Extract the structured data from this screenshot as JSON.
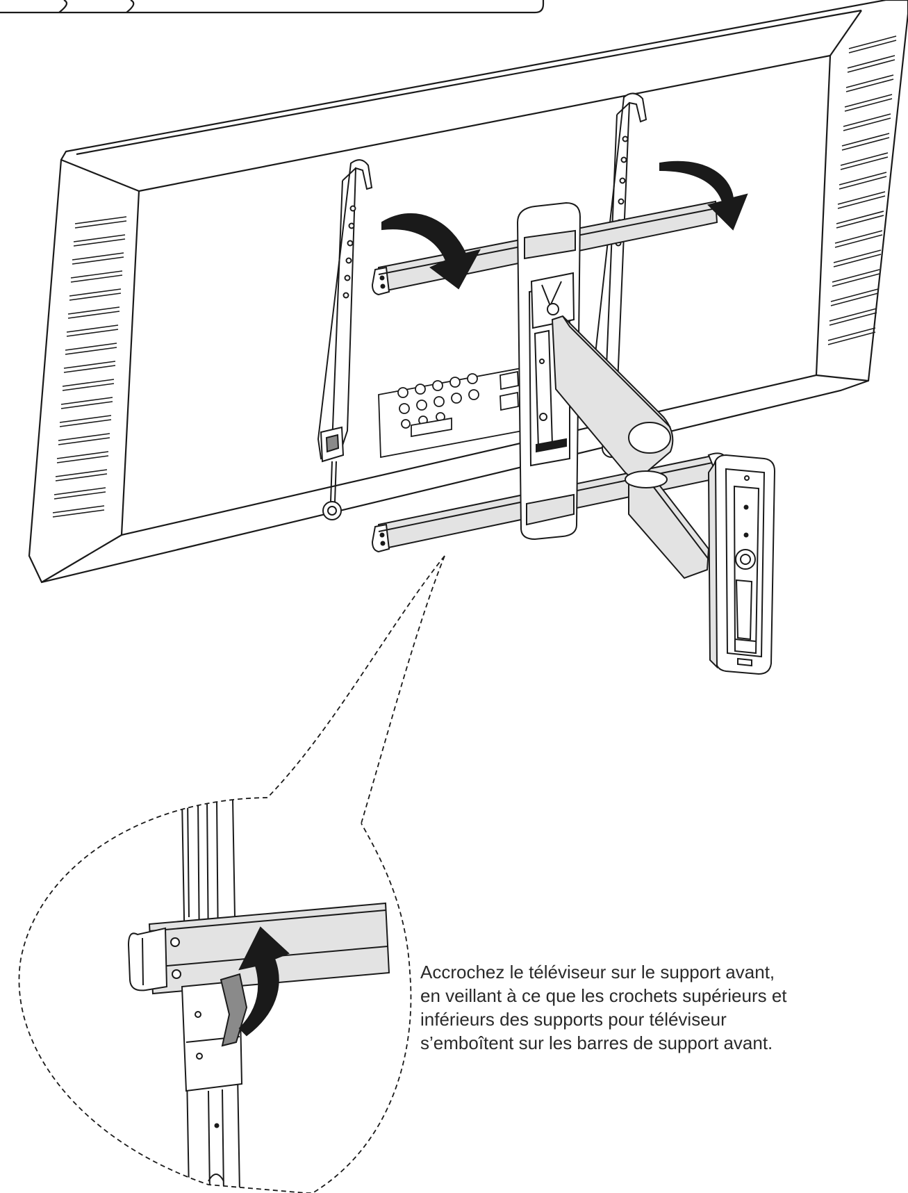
{
  "caption": {
    "lines": [
      "Accrochez le téléviseur sur le support avant,",
      "en veillant à ce que les crochets supérieurs et",
      "inférieurs des supports pour téléviseur",
      "s’emboîtent sur les barres de support avant."
    ]
  },
  "colors": {
    "line": "#1a1a1a",
    "metal_fill": "#e3e3e3",
    "dark_fill": "#8a8a8a",
    "panel_fill": "#ffffff"
  }
}
